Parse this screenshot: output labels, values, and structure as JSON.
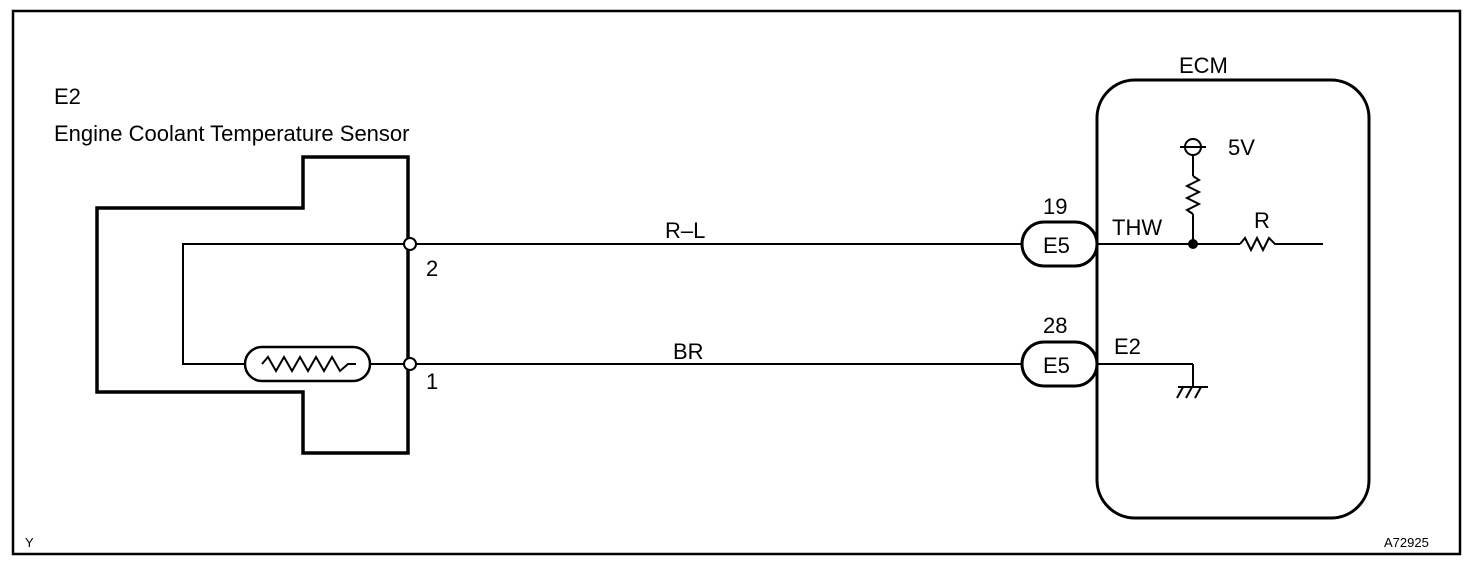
{
  "sensor": {
    "code": "E2",
    "name": "Engine Coolant Temperature Sensor",
    "pin_top": "2",
    "pin_bottom": "1"
  },
  "wires": {
    "top": "R–L",
    "bottom": "BR"
  },
  "ecm": {
    "title": "ECM",
    "supply": "5V",
    "resistor": "R",
    "thw_label": "THW",
    "e2_label": "E2",
    "connector_top_pin": "19",
    "connector_top_name": "E5",
    "connector_bottom_pin": "28",
    "connector_bottom_name": "E5"
  },
  "corner_left": "Y",
  "figure_code": "A72925"
}
